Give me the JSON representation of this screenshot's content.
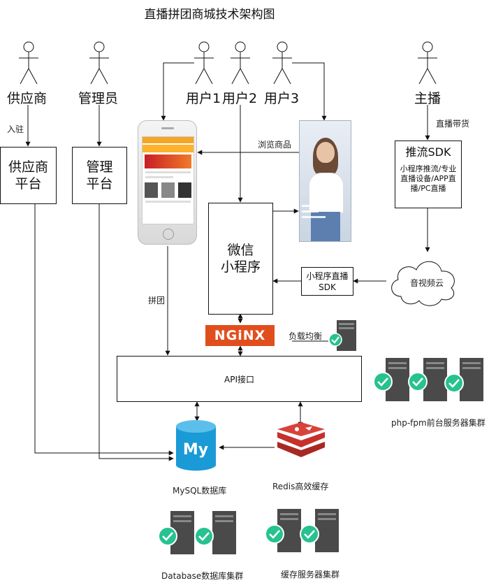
{
  "title": "直播拼团商城技术架构图",
  "actors": {
    "supplier": "供应商",
    "admin": "管理员",
    "user1": "用户1",
    "user2": "用户2",
    "user3": "用户3",
    "anchor": "主播"
  },
  "boxes": {
    "supplier_platform": [
      "供应商",
      "平台"
    ],
    "admin_platform": [
      "管理",
      "平台"
    ],
    "mini_program": [
      "微信",
      "小程序"
    ],
    "mini_sdk": [
      "小程序直播",
      "SDK"
    ],
    "push_sdk_title": "推流SDK",
    "push_sdk_desc": "小程序推流/专业直播设备/APP直播/PC直播",
    "api": "API接口",
    "cloud": "音视频云",
    "nginx": "NGiNX"
  },
  "labels": {
    "settle_in": "入驻",
    "browse": "浏览商品",
    "live_goods": "直播带货",
    "group_buy": "拼团",
    "load_balance": "负载均衡",
    "php_cluster": "php-fpm前台服务器集群",
    "mysql": "MySQL数据库",
    "redis": "Redis高效缓存",
    "db_cluster": "Database数据库集群",
    "cache_cluster": "缓存服务器集群",
    "mysql_logo": "My"
  },
  "colors": {
    "nginx": "#e14e1d",
    "mysql": "#1a9ad6",
    "redis": "#c6302b",
    "check": "#26c28f",
    "server": "#4a4a4a"
  },
  "icons": [
    "person-icon",
    "phone-icon",
    "live-video-icon",
    "cloud-icon",
    "server-icon",
    "check-icon",
    "database-icon",
    "redis-icon",
    "nginx-logo"
  ]
}
